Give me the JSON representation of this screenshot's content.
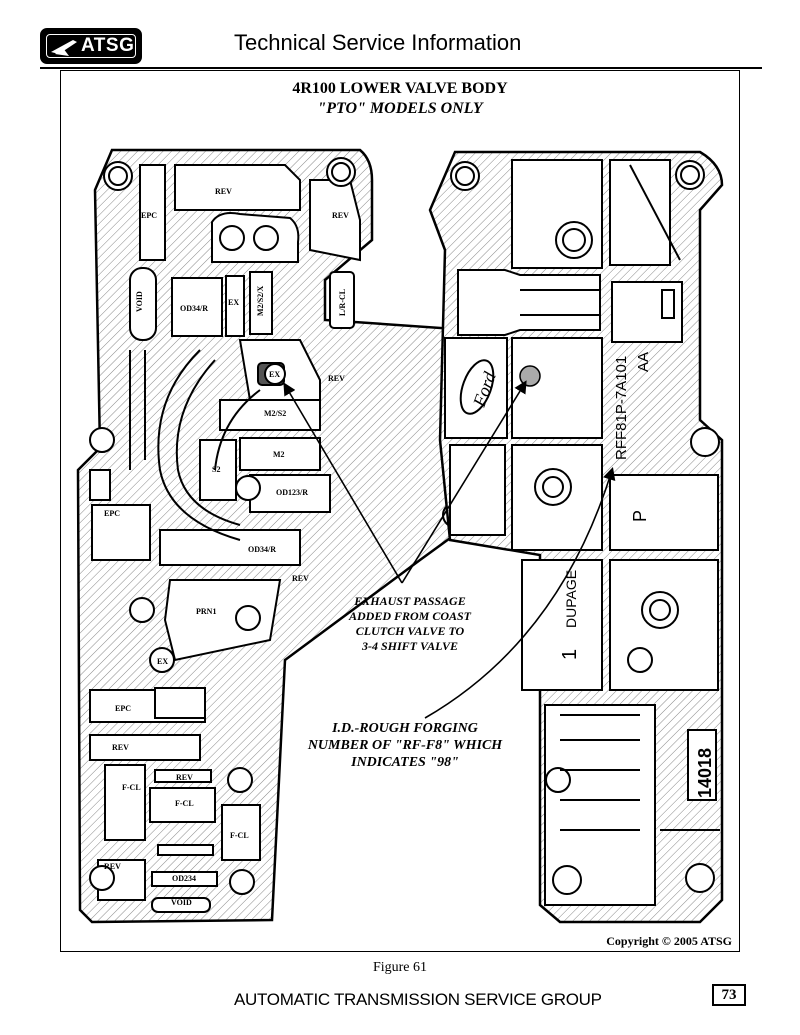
{
  "header": {
    "logo_text": "ATSG",
    "title": "Technical Service Information"
  },
  "figure": {
    "title": "4R100 LOWER VALVE BODY",
    "subtitle": "\"PTO\" MODELS ONLY",
    "caption": "Figure 61",
    "copyright": "Copyright © 2005 ATSG"
  },
  "notes": {
    "exhaust": [
      "EXHAUST PASSAGE",
      "ADDED FROM COAST",
      "CLUTCH VALVE TO",
      "3-4 SHIFT VALVE"
    ],
    "forging": [
      "I.D.-ROUGH FORGING",
      "NUMBER OF \"RF-F8\" WHICH",
      "INDICATES \"98\""
    ]
  },
  "left_labels": {
    "rev_top": "REV",
    "epc_1": "EPC",
    "rev_2": "REV",
    "void_1": "VOID",
    "od34r_1": "OD34/R",
    "ex_1": "EX",
    "m2s2x": "M2/S2/X",
    "lrcl": "L/R-CL",
    "ex_2": "EX",
    "rev_3": "REV",
    "m2s2": "M2/S2",
    "m2": "M2",
    "s2": "S2",
    "od123r": "OD123/R",
    "epc_2": "EPC",
    "od34r_2": "OD34/R",
    "rev_4": "REV",
    "prn1": "PRN1",
    "ex_3": "EX",
    "epc_3": "EPC",
    "rev_5": "REV",
    "rev_6": "REV",
    "fcl_1": "F-CL",
    "fcl_2": "F-CL",
    "fcl_3": "F-CL",
    "rev_7": "REV",
    "od234": "OD234",
    "void_2": "VOID"
  },
  "right_labels": {
    "casting_no": "RFF81P-7A101",
    "casting_rev": "AA",
    "brand": "Ford",
    "p": "P",
    "dupage": "DUPAGE",
    "one": "1",
    "part_no": "14018"
  },
  "footer": {
    "company": "AUTOMATIC TRANSMISSION SERVICE GROUP",
    "page": "73"
  }
}
